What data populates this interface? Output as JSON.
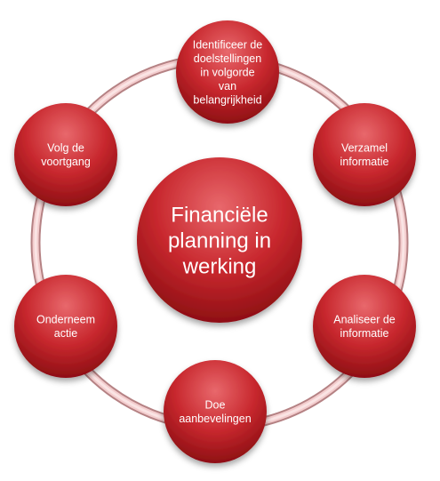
{
  "diagram": {
    "center": {
      "lines": [
        "Financiële",
        "planning in",
        "werking"
      ]
    },
    "steps": [
      {
        "lines": [
          "Identificeer de",
          "doelstellingen",
          "in volgorde",
          "van",
          "belangrijkheid"
        ]
      },
      {
        "lines": [
          "Verzamel",
          "informatie"
        ]
      },
      {
        "lines": [
          "Analiseer de",
          "informatie"
        ]
      },
      {
        "lines": [
          "Doe",
          "aanbevelingen"
        ]
      },
      {
        "lines": [
          "Onderneem",
          "actie"
        ]
      },
      {
        "lines": [
          "Volg de",
          "voortgang"
        ]
      }
    ],
    "colors": {
      "node_fill_light": "#e8686c",
      "node_fill": "#c8282e",
      "node_fill_dark": "#8e0f14",
      "ring_fill": "#f3cccd",
      "ring_stroke": "#b58284",
      "text": "#ffffff"
    }
  }
}
